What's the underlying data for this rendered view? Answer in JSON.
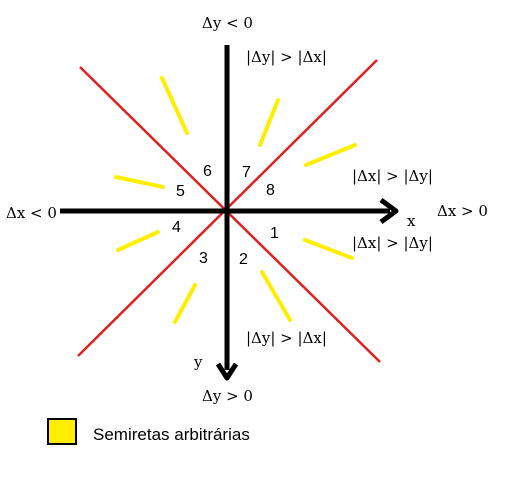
{
  "axis_labels": {
    "x": "x",
    "y": "y"
  },
  "half_plane_labels": {
    "dy_negative": "Δy < 0",
    "dy_positive": "Δy > 0",
    "dx_negative": "Δx < 0",
    "dx_positive": "Δx > 0"
  },
  "region_conditions": {
    "upper": "|Δy| > |Δx|",
    "right_upper": "|Δx| > |Δy|",
    "right_lower": "|Δx| > |Δy|",
    "lower": "|Δy| > |Δx|"
  },
  "octants": [
    "1",
    "2",
    "3",
    "4",
    "5",
    "6",
    "7",
    "8"
  ],
  "legend": {
    "label": "Semiretas arbitrárias"
  },
  "colors": {
    "axes": "#000000",
    "diagonals": "#e02020",
    "rays": "#ffee00",
    "legend_border": "#000000",
    "background": "#ffffff"
  }
}
